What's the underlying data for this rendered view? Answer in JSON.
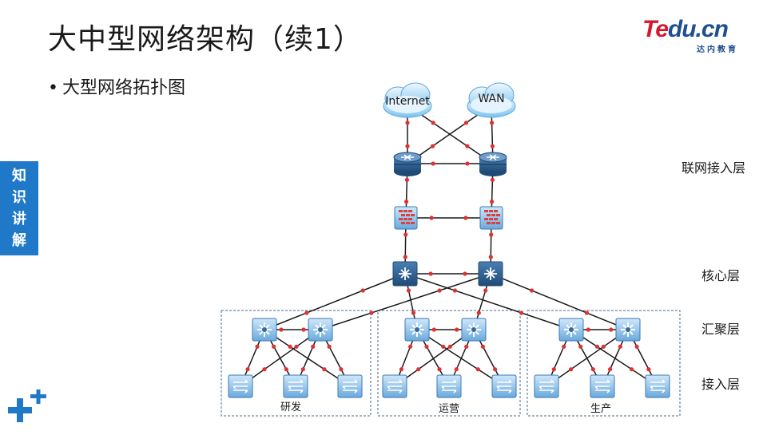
{
  "title": "大中型网络架构（续1）",
  "logo": {
    "brand_red": "Te",
    "brand_blue": "du.cn",
    "subtitle": "达内教育"
  },
  "bullet": "大型网络拓扑图",
  "side_tab": [
    "知",
    "识",
    "讲",
    "解"
  ],
  "clouds": {
    "internet": "Internet",
    "wan": "WAN"
  },
  "layers": {
    "access_internet": "联网接入层",
    "core": "核心层",
    "aggregation": "汇聚层",
    "access": "接入层"
  },
  "groups": {
    "rd": "研发",
    "ops": "运营",
    "prod": "生产"
  },
  "colors": {
    "accent_blue": "#1f78c8",
    "link": "#1a1a1a",
    "link_dot": "#e03030",
    "device_light": "#8fc4ec",
    "device_dark": "#2f5f8f"
  }
}
